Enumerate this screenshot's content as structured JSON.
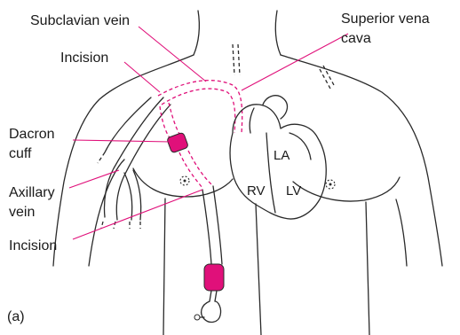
{
  "labels": {
    "subclavian_vein": "Subclavian vein",
    "superior_vena_cava_1": "Superior vena",
    "superior_vena_cava_2": "cava",
    "incision_top": "Incision",
    "dacron_1": "Dacron",
    "dacron_2": "cuff",
    "axillary_1": "Axillary",
    "axillary_2": "vein",
    "incision_bottom": "Incision",
    "la": "LA",
    "rv": "RV",
    "lv": "LV",
    "panel": "(a)"
  },
  "colors": {
    "accent": "#e0107a",
    "line": "#2a2a2a",
    "text": "#1a1a1a"
  }
}
